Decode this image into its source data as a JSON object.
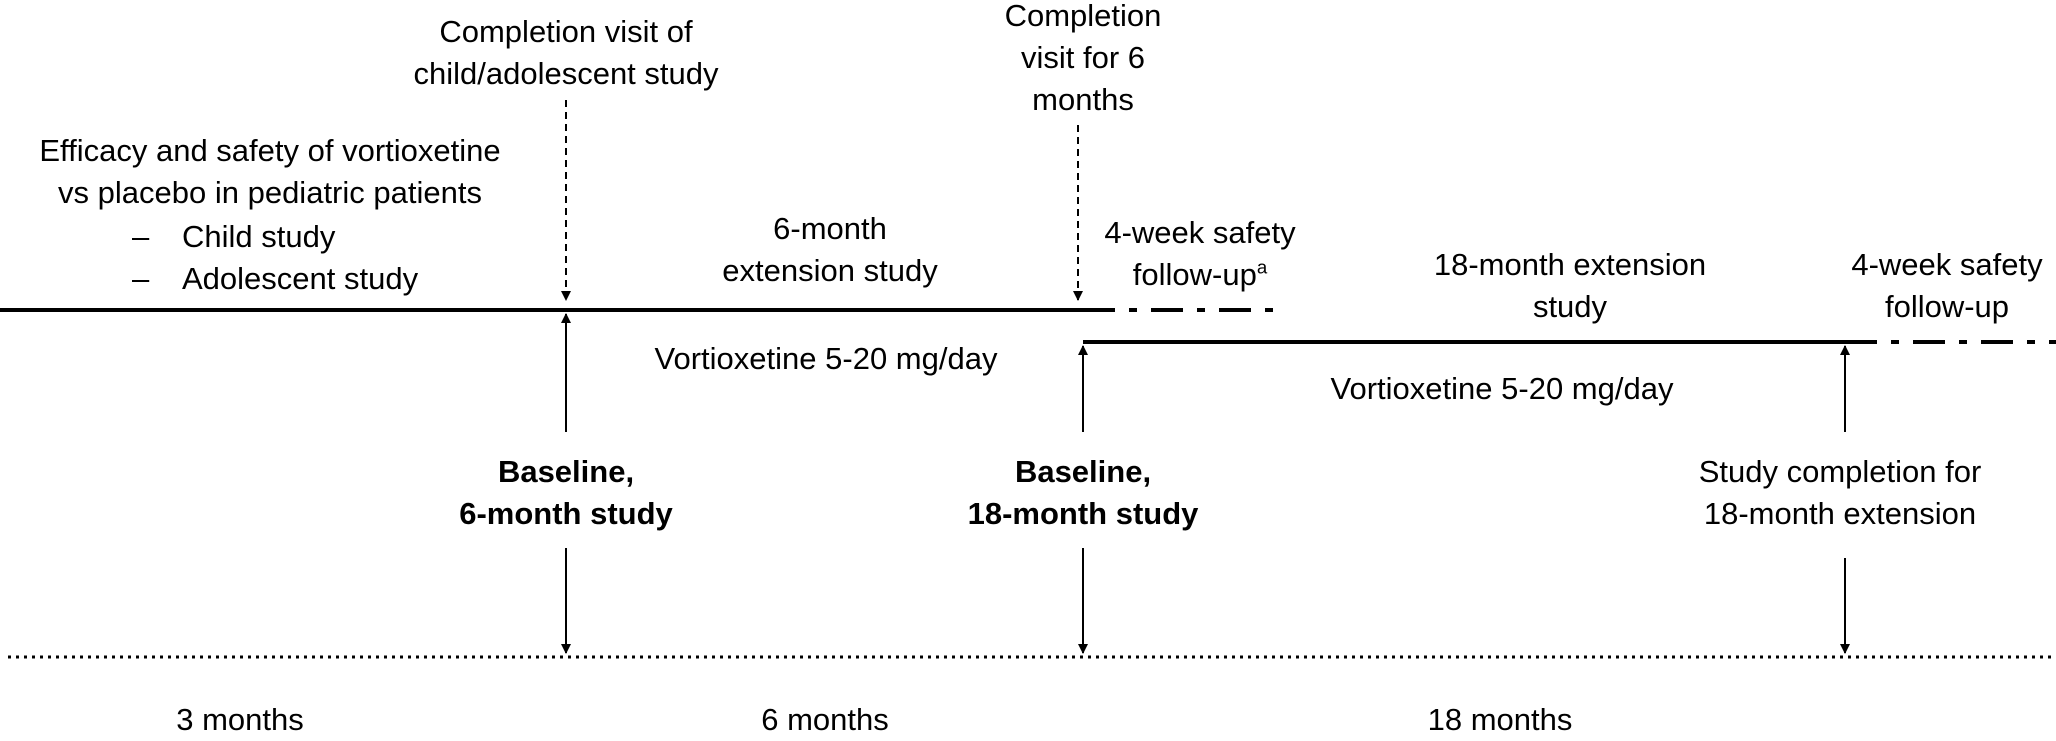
{
  "top_left": {
    "title_line1": "Efficacy and safety of vortioxetine",
    "title_line2": "vs placebo in pediatric patients",
    "bullet_char": "–",
    "item1": "Child study",
    "item2": "Adolescent study"
  },
  "callouts": {
    "child_completion_line1": "Completion visit of",
    "child_completion_line2": "child/adolescent study",
    "six_month_completion_line1": "Completion",
    "six_month_completion_line2": "visit for 6",
    "six_month_completion_line3": "months"
  },
  "phases": {
    "six_month_line1": "6-month",
    "six_month_line2": "extension study",
    "followup1_line1": "4-week safety",
    "followup1_line2": "follow-up",
    "followup1_footnote": "a",
    "eighteen_month_line1": "18-month extension",
    "eighteen_month_line2": "study",
    "followup2_line1": "4-week safety",
    "followup2_line2": "follow-up",
    "dose1": "Vortioxetine 5-20 mg/day",
    "dose2": "Vortioxetine 5-20 mg/day"
  },
  "milestones": {
    "baseline6_line1": "Baseline,",
    "baseline6_line2": "6-month study",
    "baseline18_line1": "Baseline,",
    "baseline18_line2": "18-month study",
    "completion18_line1": "Study completion for",
    "completion18_line2": "18-month extension"
  },
  "durations": {
    "first": "3 months",
    "second": "6 months",
    "third": "18 months"
  }
}
